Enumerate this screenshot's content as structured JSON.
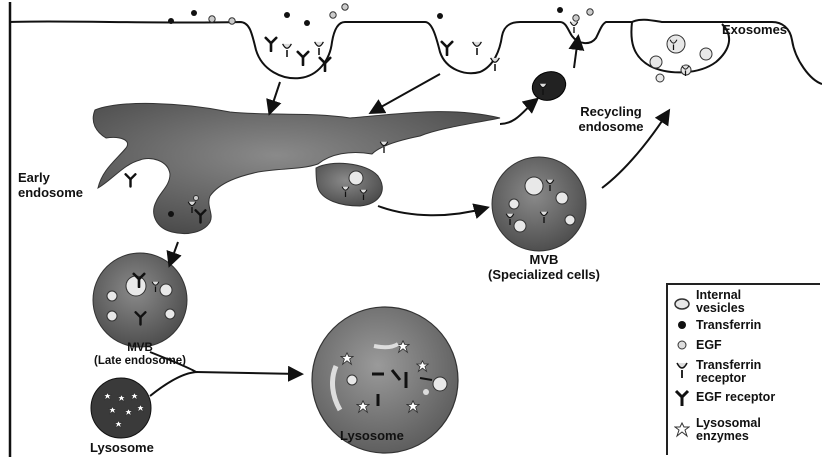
{
  "labels": {
    "exosomes": "Exosomes",
    "recycling_endosome_line1": "Recycling",
    "recycling_endosome_line2": "endosome",
    "early_endosome_line1": "Early",
    "early_endosome_line2": "endosome",
    "mvb_specialized_line1": "MVB",
    "mvb_specialized_line2": "(Specialized cells)",
    "mvb_late_line1": "MVB",
    "mvb_late_line2": "(Late endosome)",
    "lysosome_left": "Lysosome",
    "lysosome_center": "Lysosome"
  },
  "legend": {
    "items": [
      {
        "icon": "internal-vesicle-icon",
        "line1": "Internal",
        "line2": "vesicles"
      },
      {
        "icon": "transferrin-icon",
        "line1": "Transferrin",
        "line2": ""
      },
      {
        "icon": "egf-icon",
        "line1": "EGF",
        "line2": ""
      },
      {
        "icon": "transferrin-receptor-icon",
        "line1": "Transferrin",
        "line2": "receptor"
      },
      {
        "icon": "egf-receptor-icon",
        "line1": "EGF receptor",
        "line2": ""
      },
      {
        "icon": "lysosomal-enzyme-icon",
        "line1": "Lysosomal",
        "line2": "enzymes"
      }
    ]
  },
  "colors": {
    "organelle_fill": "#6b6b6b",
    "organelle_dark": "#3a3a3a",
    "vesicle_fill": "#e8e8e8",
    "ink": "#111111"
  }
}
